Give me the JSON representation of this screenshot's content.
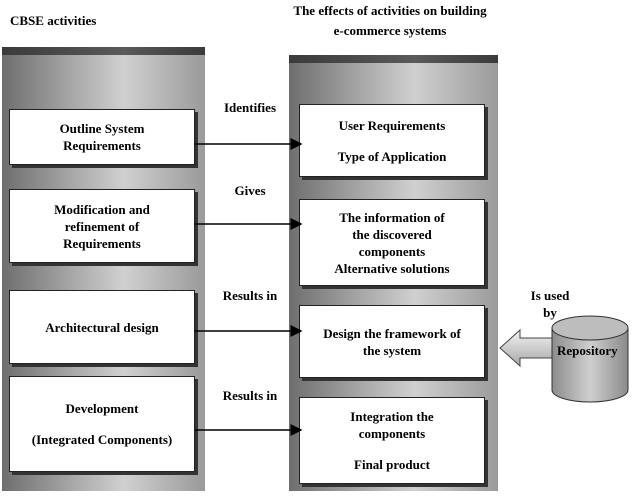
{
  "titles": {
    "left": "CBSE activities",
    "right_line1": "The effects of activities on building",
    "right_line2": "e-commerce systems"
  },
  "left_boxes": [
    {
      "lines": [
        "Outline System",
        "Requirements"
      ]
    },
    {
      "lines": [
        "Modification and",
        "refinement of",
        "Requirements"
      ]
    },
    {
      "lines": [
        "Architectural design"
      ]
    },
    {
      "lines": [
        "Development",
        "",
        "(Integrated Components)"
      ]
    }
  ],
  "right_boxes": [
    {
      "lines": [
        "User Requirements",
        "",
        "Type of Application"
      ]
    },
    {
      "lines": [
        "The information of",
        "the discovered",
        "components",
        "Alternative solutions"
      ]
    },
    {
      "lines": [
        "Design the framework of",
        "the system"
      ]
    },
    {
      "lines": [
        "Integration the",
        "components",
        "",
        "Final product"
      ]
    }
  ],
  "connectors": [
    "Identifies",
    "Gives",
    "Results in",
    "Results in"
  ],
  "repository": {
    "label": "Repository",
    "relation_line1": "Is used",
    "relation_line2": "by"
  }
}
